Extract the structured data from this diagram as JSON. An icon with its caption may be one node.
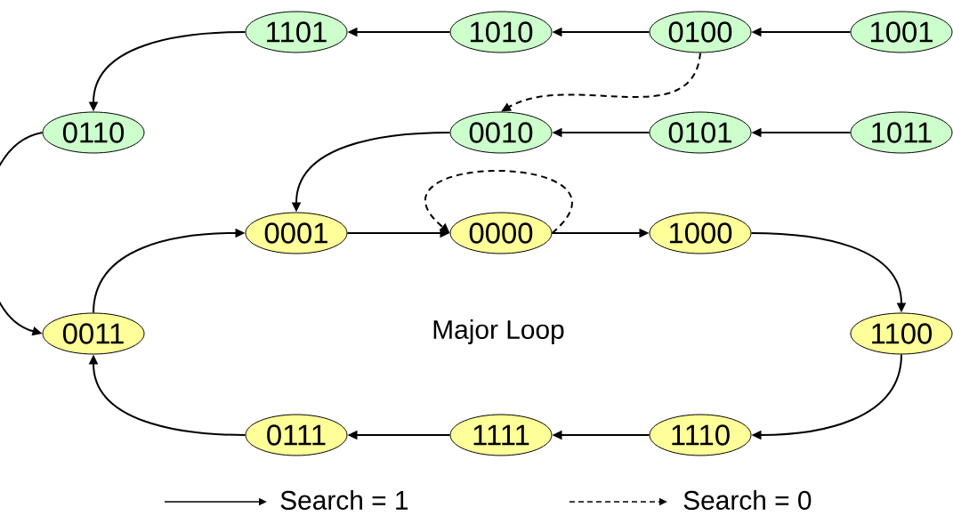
{
  "diagram": {
    "nodes": [
      {
        "text": [
          "1101"
        ]
      },
      {
        "text": [
          "1010"
        ]
      },
      {
        "text": [
          "0100"
        ]
      },
      {
        "text": [
          "1001"
        ]
      },
      {
        "text": [
          "0110"
        ]
      },
      {
        "text": [
          "0010"
        ]
      },
      {
        "text": [
          "0101"
        ]
      },
      {
        "text": [
          "1011"
        ]
      },
      {
        "text": [
          "0001"
        ]
      },
      {
        "text": [
          "0000"
        ]
      },
      {
        "text": [
          "1000"
        ]
      },
      {
        "text": [
          "0011"
        ]
      },
      {
        "text": [
          "1100"
        ]
      },
      {
        "text": [
          "0111"
        ]
      },
      {
        "text": [
          "1111"
        ]
      },
      {
        "text": [
          "1110"
        ]
      }
    ],
    "edges": [
      {
        "from": 3,
        "to": 2,
        "arrow": "to"
      },
      {
        "from": 2,
        "to": 1,
        "arrow": "to"
      },
      {
        "from": 1,
        "to": 0,
        "arrow": "to"
      },
      {
        "from": 0,
        "to": 4,
        "arrow": "to"
      },
      {
        "from": 4,
        "to": 11,
        "arrow": "to"
      },
      {
        "from": 2,
        "to": 5,
        "arrow": "to",
        "style": "dashed"
      },
      {
        "from": 7,
        "to": 6,
        "arrow": "to"
      },
      {
        "from": 6,
        "to": 5,
        "arrow": "to"
      },
      {
        "from": 5,
        "to": 8,
        "arrow": "to"
      },
      {
        "from": 8,
        "to": 9,
        "arrow": "to"
      },
      {
        "from": 9,
        "to": 9,
        "arrow": "to",
        "style": "dashed"
      },
      {
        "from": 9,
        "to": 10,
        "arrow": "to"
      },
      {
        "from": 10,
        "to": 12,
        "arrow": "to"
      },
      {
        "from": 12,
        "to": 15,
        "arrow": "to"
      },
      {
        "from": 15,
        "to": 14,
        "arrow": "to"
      },
      {
        "from": 14,
        "to": 13,
        "arrow": "to"
      },
      {
        "from": 13,
        "to": 11,
        "arrow": "to"
      },
      {
        "from": 11,
        "to": 8,
        "arrow": "to"
      }
    ],
    "labels": [
      "Major Loop"
    ],
    "legend": [
      {
        "text": "Search = 1"
      },
      {
        "text": "Search = 0"
      }
    ]
  }
}
